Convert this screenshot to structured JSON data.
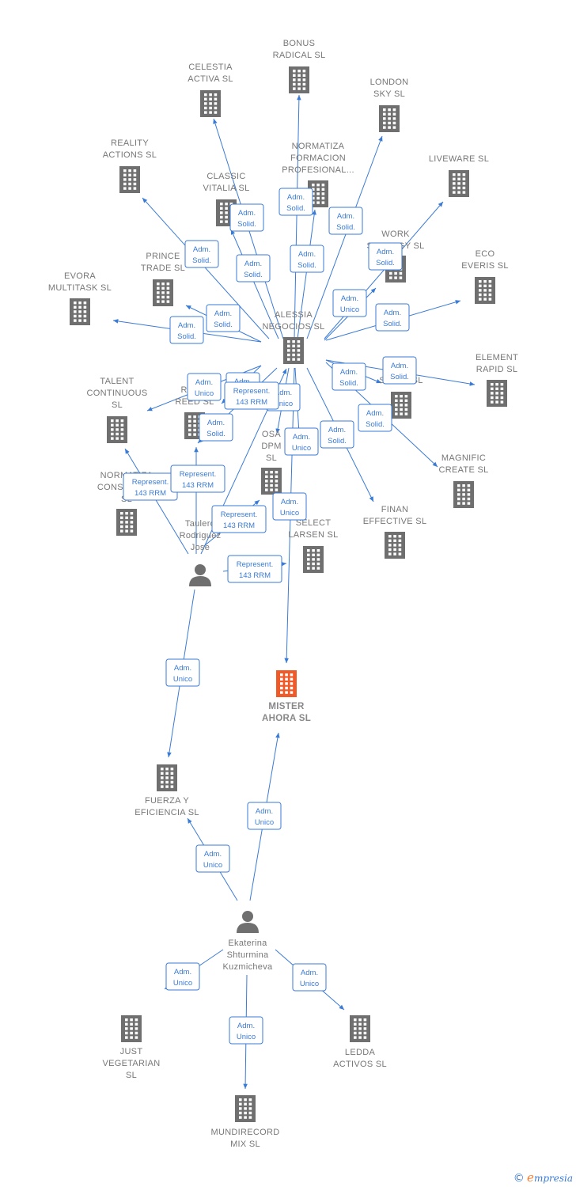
{
  "colors": {
    "edge": "#3a7bd5",
    "node": "#6f6f6f",
    "highlight": "#f05a28",
    "label": "#777777"
  },
  "nodes": [
    {
      "id": "bonus",
      "kind": "company",
      "label": [
        "BONUS",
        "RADICAL  SL"
      ]
    },
    {
      "id": "celestia",
      "kind": "company",
      "label": [
        "CELESTIA",
        "ACTIVA  SL"
      ]
    },
    {
      "id": "london",
      "kind": "company",
      "label": [
        "LONDON",
        "SKY  SL"
      ]
    },
    {
      "id": "reality",
      "kind": "company",
      "label": [
        "REALITY",
        "ACTIONS  SL"
      ]
    },
    {
      "id": "normatiza_form",
      "kind": "company",
      "label": [
        "NORMATIZA",
        "FORMACION",
        "PROFESIONAL..."
      ]
    },
    {
      "id": "liveware",
      "kind": "company",
      "label": [
        "LIVEWARE  SL"
      ]
    },
    {
      "id": "classic",
      "kind": "company",
      "label": [
        "CLASSIC",
        "VITALIA  SL"
      ]
    },
    {
      "id": "work",
      "kind": "company",
      "label": [
        "WORK",
        "SYNERGY  SL"
      ]
    },
    {
      "id": "prince",
      "kind": "company",
      "label": [
        "PRINCE",
        "TRADE  SL"
      ]
    },
    {
      "id": "eco",
      "kind": "company",
      "label": [
        "ECO",
        "EVERIS  SL"
      ]
    },
    {
      "id": "evora",
      "kind": "company",
      "label": [
        "EVORA",
        "MULTITASK  SL"
      ]
    },
    {
      "id": "alessia",
      "kind": "company",
      "label": [
        "ALESSIA",
        "NEGOCIOS  SL"
      ]
    },
    {
      "id": "element",
      "kind": "company",
      "label": [
        "ELEMENT",
        "RAPID  SL"
      ]
    },
    {
      "id": "talent",
      "kind": "company",
      "label": [
        "TALENT",
        "CONTINUOUS",
        "SL"
      ]
    },
    {
      "id": "reed",
      "kind": "company",
      "label": [
        "RAPID",
        "REED  SL"
      ]
    },
    {
      "id": "stand",
      "kind": "company",
      "label": [
        "STAND  SL"
      ]
    },
    {
      "id": "magnific",
      "kind": "company",
      "label": [
        "MAGNIFIC",
        "CREATE  SL"
      ]
    },
    {
      "id": "normatiza_cons",
      "kind": "company",
      "label": [
        "NORMATIZA",
        "CONSULTING",
        "SL"
      ]
    },
    {
      "id": "osa",
      "kind": "company",
      "label": [
        "OSA",
        "DPM",
        "SL"
      ]
    },
    {
      "id": "finan",
      "kind": "company",
      "label": [
        "FINAN",
        "EFFECTIVE  SL"
      ]
    },
    {
      "id": "select",
      "kind": "company",
      "label": [
        "SELECT",
        "LARSEN  SL"
      ]
    },
    {
      "id": "taulero",
      "kind": "person",
      "label": [
        "Taulero",
        "Rodriguez",
        "Jose"
      ]
    },
    {
      "id": "mister",
      "kind": "main",
      "label": [
        "MISTER",
        "AHORA  SL"
      ]
    },
    {
      "id": "fuerza",
      "kind": "company",
      "label": [
        "FUERZA Y",
        "EFICIENCIA  SL"
      ]
    },
    {
      "id": "ekaterina",
      "kind": "person",
      "label": [
        "Ekaterina",
        "Shturmina",
        "Kuzmicheva"
      ]
    },
    {
      "id": "just",
      "kind": "company",
      "label": [
        "JUST",
        "VEGETARIAN",
        "SL"
      ]
    },
    {
      "id": "ledda",
      "kind": "company",
      "label": [
        "LEDDA",
        "ACTIVOS  SL"
      ]
    },
    {
      "id": "mundirecord",
      "kind": "company",
      "label": [
        "MUNDIRECORD",
        "MIX  SL"
      ]
    }
  ],
  "edges": [
    {
      "from": "alessia",
      "to": "bonus",
      "label": [
        "Adm.",
        "Solid."
      ]
    },
    {
      "from": "alessia",
      "to": "celestia",
      "label": [
        "Adm.",
        "Solid."
      ]
    },
    {
      "from": "alessia",
      "to": "london",
      "label": [
        "Adm.",
        "Solid."
      ]
    },
    {
      "from": "alessia",
      "to": "reality",
      "label": [
        "Adm.",
        "Solid."
      ]
    },
    {
      "from": "alessia",
      "to": "normatiza_form",
      "label": [
        "Adm.",
        "Solid."
      ]
    },
    {
      "from": "alessia",
      "to": "liveware",
      "label": [
        "Adm.",
        "Solid."
      ]
    },
    {
      "from": "alessia",
      "to": "classic",
      "label": [
        "Adm.",
        "Solid."
      ]
    },
    {
      "from": "alessia",
      "to": "work",
      "label": [
        "Adm.",
        "Unico"
      ]
    },
    {
      "from": "alessia",
      "to": "prince",
      "label": [
        "Adm.",
        "Solid."
      ]
    },
    {
      "from": "alessia",
      "to": "eco",
      "label": [
        "Adm.",
        "Solid."
      ]
    },
    {
      "from": "alessia",
      "to": "evora",
      "label": [
        "Adm.",
        "Solid."
      ]
    },
    {
      "from": "alessia",
      "to": "element",
      "label": [
        "Adm.",
        "Solid."
      ]
    },
    {
      "from": "alessia",
      "to": "talent",
      "label": [
        "Adm.",
        "Unico"
      ]
    },
    {
      "from": "alessia",
      "to": "reed",
      "label": [
        "Adm.",
        "Unico"
      ]
    },
    {
      "from": "alessia",
      "to": "stand",
      "label": [
        "Adm.",
        "Solid."
      ]
    },
    {
      "from": "alessia",
      "to": "magnific",
      "label": [
        "Adm.",
        "Solid."
      ]
    },
    {
      "from": "alessia",
      "to": "normatiza_cons",
      "label": [
        "Adm.",
        "Solid."
      ]
    },
    {
      "from": "alessia",
      "to": "osa",
      "label": [
        "Adm.",
        "Unico"
      ]
    },
    {
      "from": "alessia",
      "to": "finan",
      "label": [
        "Adm.",
        "Solid."
      ]
    },
    {
      "from": "alessia",
      "to": "select",
      "label": [
        "Adm.",
        "Unico"
      ]
    },
    {
      "from": "alessia",
      "to": "mister",
      "label": [
        "Adm.",
        "Unico"
      ]
    },
    {
      "from": "taulero",
      "to": "normatiza_cons",
      "label": [
        "Represent.",
        "143 RRM"
      ]
    },
    {
      "from": "taulero",
      "to": "reed",
      "label": [
        "Represent.",
        "143 RRM"
      ]
    },
    {
      "from": "taulero",
      "to": "osa",
      "label": [
        "Represent.",
        "143 RRM"
      ]
    },
    {
      "from": "taulero",
      "to": "alessia",
      "label": [
        "Represent.",
        "143 RRM"
      ]
    },
    {
      "from": "taulero",
      "to": "select",
      "label": [
        "Represent.",
        "143 RRM"
      ]
    },
    {
      "from": "taulero",
      "to": "fuerza",
      "label": [
        "Adm.",
        "Unico"
      ]
    },
    {
      "from": "ekaterina",
      "to": "mister",
      "label": [
        "Adm.",
        "Unico"
      ]
    },
    {
      "from": "ekaterina",
      "to": "fuerza",
      "label": [
        "Adm.",
        "Unico"
      ]
    },
    {
      "from": "ekaterina",
      "to": "just",
      "label": [
        "Adm.",
        "Unico"
      ]
    },
    {
      "from": "ekaterina",
      "to": "ledda",
      "label": [
        "Adm.",
        "Unico"
      ]
    },
    {
      "from": "ekaterina",
      "to": "mundirecord",
      "label": [
        "Adm.",
        "Unico"
      ]
    }
  ],
  "footer": {
    "copyright": "©",
    "brand_initial": "e",
    "brand_rest": "mpresia"
  }
}
